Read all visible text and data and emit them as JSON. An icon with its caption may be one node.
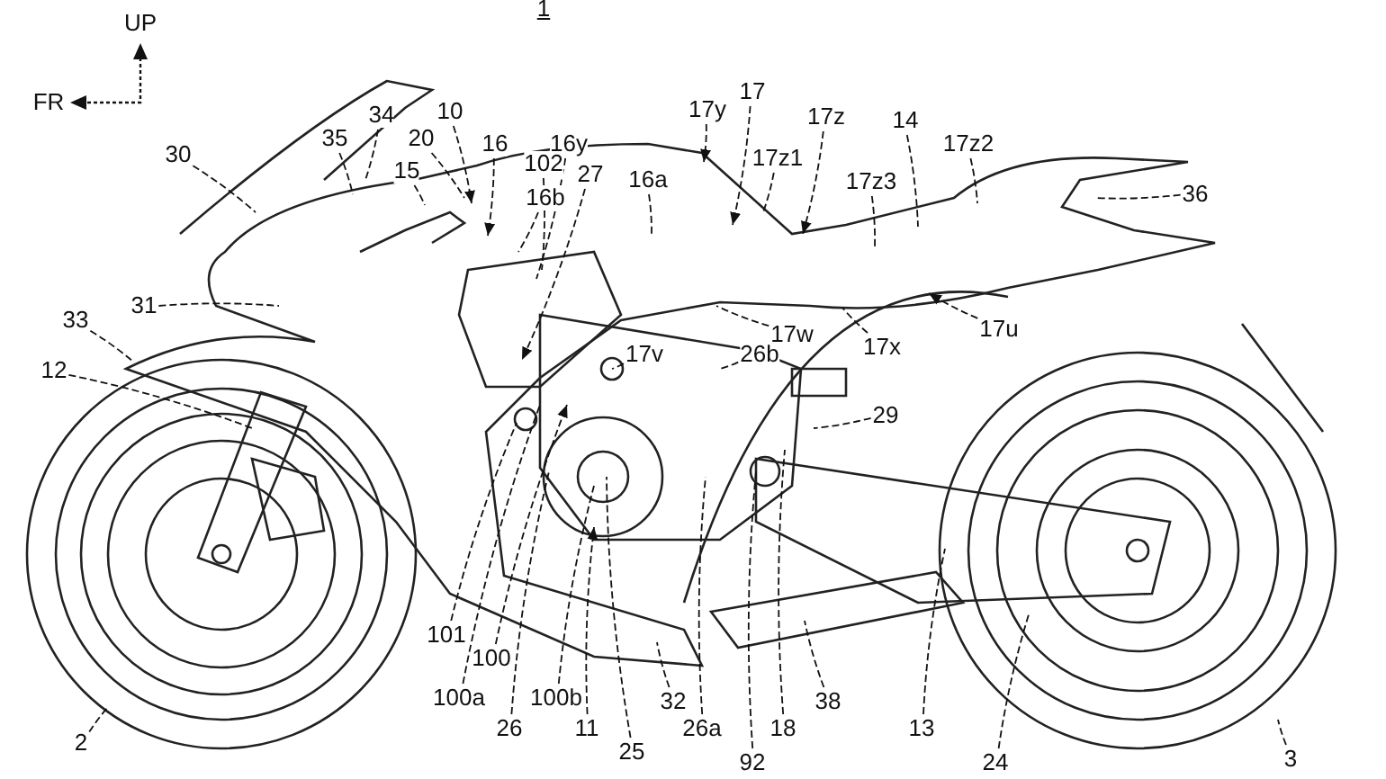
{
  "diagram": {
    "nodes": [
      {
        "text": [
          "35"
        ]
      },
      {
        "text": [
          "34"
        ]
      },
      {
        "text": [
          "20"
        ]
      },
      {
        "text": [
          "10"
        ]
      },
      {
        "text": [
          "15"
        ]
      },
      {
        "text": [
          "16"
        ]
      },
      {
        "text": [
          "16y"
        ]
      },
      {
        "text": [
          "102"
        ]
      },
      {
        "text": [
          "27"
        ]
      },
      {
        "text": [
          "16b"
        ]
      },
      {
        "text": [
          "16a"
        ]
      },
      {
        "text": [
          "17y"
        ]
      },
      {
        "text": [
          "17"
        ]
      },
      {
        "text": [
          "17z"
        ]
      },
      {
        "text": [
          "14"
        ]
      },
      {
        "text": [
          "17z1"
        ]
      },
      {
        "text": [
          "17z2"
        ]
      },
      {
        "text": [
          "30"
        ]
      },
      {
        "text": [
          "17z3"
        ]
      },
      {
        "text": [
          "36"
        ]
      },
      {
        "text": [
          "31"
        ]
      },
      {
        "text": [
          "33"
        ]
      },
      {
        "text": [
          "17u"
        ]
      },
      {
        "text": [
          "17w"
        ]
      },
      {
        "text": [
          "17x"
        ]
      },
      {
        "text": [
          "17v"
        ]
      },
      {
        "text": [
          "26b"
        ]
      },
      {
        "text": [
          "12"
        ]
      },
      {
        "text": [
          "29"
        ]
      },
      {
        "text": [
          "101"
        ]
      },
      {
        "text": [
          "100"
        ]
      },
      {
        "text": [
          "100a"
        ]
      },
      {
        "text": [
          "100b"
        ]
      },
      {
        "text": [
          "32"
        ]
      },
      {
        "text": [
          "38"
        ]
      },
      {
        "text": [
          "26"
        ]
      },
      {
        "text": [
          "11"
        ]
      },
      {
        "text": [
          "26a"
        ]
      },
      {
        "text": [
          "18"
        ]
      },
      {
        "text": [
          "13"
        ]
      },
      {
        "text": [
          "25"
        ]
      },
      {
        "text": [
          "2"
        ]
      },
      {
        "text": [
          "3"
        ]
      },
      {
        "text": [
          "92"
        ]
      },
      {
        "text": [
          "24"
        ]
      }
    ],
    "edges": [
      {
        "from": 0,
        "to": null,
        "arrow": "none"
      },
      {
        "from": 1,
        "to": null,
        "arrow": "none"
      },
      {
        "from": 2,
        "to": null,
        "arrow": "none"
      },
      {
        "from": 3,
        "to": null,
        "arrow": "to"
      },
      {
        "from": 4,
        "to": null,
        "arrow": "none"
      },
      {
        "from": 5,
        "to": null,
        "arrow": "to"
      },
      {
        "from": 6,
        "to": null,
        "arrow": "none"
      },
      {
        "from": 7,
        "to": null,
        "arrow": "none"
      },
      {
        "from": 8,
        "to": null,
        "arrow": "to"
      },
      {
        "from": 9,
        "to": null,
        "arrow": "none"
      },
      {
        "from": 10,
        "to": null,
        "arrow": "none"
      },
      {
        "from": 11,
        "to": null,
        "arrow": "to"
      },
      {
        "from": 12,
        "to": null,
        "arrow": "to"
      },
      {
        "from": 13,
        "to": null,
        "arrow": "to"
      },
      {
        "from": 14,
        "to": null,
        "arrow": "none"
      },
      {
        "from": 15,
        "to": null,
        "arrow": "none"
      },
      {
        "from": 16,
        "to": null,
        "arrow": "none"
      },
      {
        "from": 17,
        "to": null,
        "arrow": "none"
      },
      {
        "from": 18,
        "to": null,
        "arrow": "none"
      },
      {
        "from": 19,
        "to": null,
        "arrow": "none"
      },
      {
        "from": 20,
        "to": null,
        "arrow": "none"
      },
      {
        "from": 21,
        "to": null,
        "arrow": "none"
      },
      {
        "from": 22,
        "to": null,
        "arrow": "to"
      },
      {
        "from": 23,
        "to": null,
        "arrow": "none"
      },
      {
        "from": 24,
        "to": null,
        "arrow": "none"
      },
      {
        "from": 25,
        "to": null,
        "arrow": "none"
      },
      {
        "from": 26,
        "to": null,
        "arrow": "none"
      },
      {
        "from": 27,
        "to": null,
        "arrow": "none"
      },
      {
        "from": 28,
        "to": null,
        "arrow": "none"
      },
      {
        "from": 29,
        "to": null,
        "arrow": "none"
      },
      {
        "from": 30,
        "to": null,
        "arrow": "to"
      },
      {
        "from": 31,
        "to": null,
        "arrow": "none"
      },
      {
        "from": 32,
        "to": null,
        "arrow": "none"
      },
      {
        "from": 33,
        "to": null,
        "arrow": "none"
      },
      {
        "from": 34,
        "to": null,
        "arrow": "none"
      },
      {
        "from": 35,
        "to": null,
        "arrow": "none"
      },
      {
        "from": 36,
        "to": null,
        "arrow": "to"
      },
      {
        "from": 37,
        "to": null,
        "arrow": "none"
      },
      {
        "from": 38,
        "to": null,
        "arrow": "none"
      },
      {
        "from": 39,
        "to": null,
        "arrow": "none"
      },
      {
        "from": 40,
        "to": null,
        "arrow": "none"
      },
      {
        "from": 41,
        "to": null,
        "arrow": "none"
      },
      {
        "from": 42,
        "to": null,
        "arrow": "none"
      },
      {
        "from": 43,
        "to": null,
        "arrow": "none"
      },
      {
        "from": 44,
        "to": null,
        "arrow": "none"
      }
    ],
    "labels": [
      "UP",
      "FR",
      "1"
    ]
  }
}
